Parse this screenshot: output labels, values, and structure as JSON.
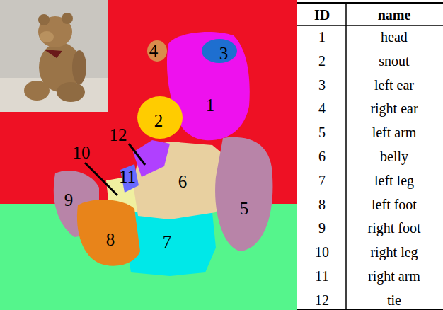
{
  "diagram": {
    "labels": [
      "4",
      "3",
      "1",
      "2",
      "12",
      "10",
      "11",
      "6",
      "9",
      "5",
      "8",
      "7",
      "ID",
      "name",
      "1",
      "head",
      "2",
      "snout",
      "3",
      "left ear",
      "4",
      "right ear",
      "5",
      "left arm",
      "6",
      "belly",
      "7",
      "left leg",
      "8",
      "left foot",
      "9",
      "right foot",
      "10",
      "right leg",
      "11",
      "right arm",
      "12",
      "tie"
    ]
  }
}
